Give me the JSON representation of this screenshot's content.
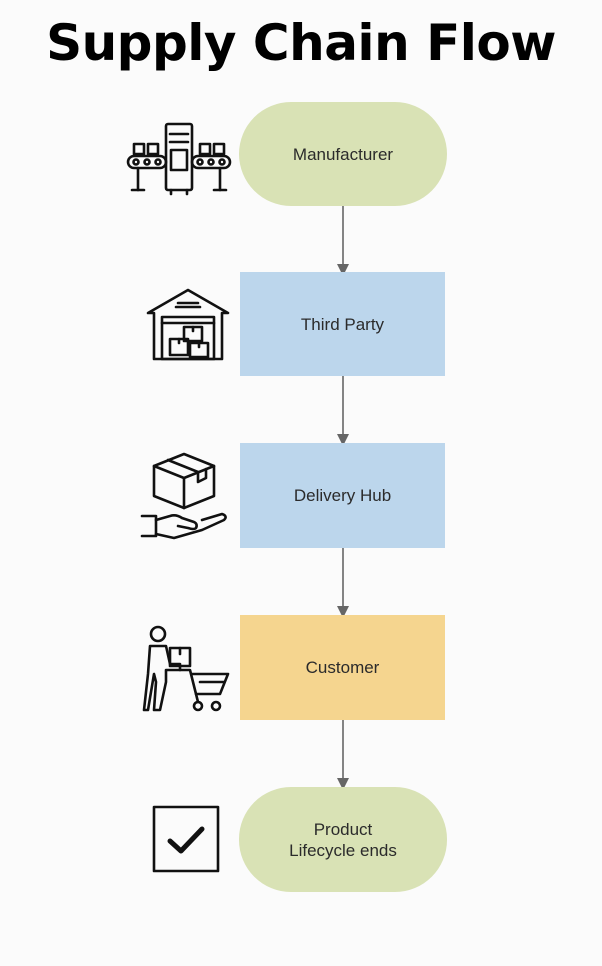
{
  "title": "Supply Chain Flow",
  "colors": {
    "start_end": "#d9e2b5",
    "process": "#bcd6ec",
    "customer": "#f5d58f",
    "arrow": "#666666",
    "icon": "#111111"
  },
  "nodes": [
    {
      "label": "Manufacturer",
      "shape": "rounded",
      "icon": "factory-conveyor-icon"
    },
    {
      "label": "Third Party",
      "shape": "rectangle",
      "icon": "warehouse-icon"
    },
    {
      "label": "Delivery Hub",
      "shape": "rectangle",
      "icon": "box-on-hand-icon"
    },
    {
      "label": "Customer",
      "shape": "rectangle",
      "icon": "shopper-cart-icon"
    },
    {
      "label": "Product\nLifecycle ends",
      "shape": "rounded",
      "icon": "checkmark-box-icon"
    }
  ]
}
